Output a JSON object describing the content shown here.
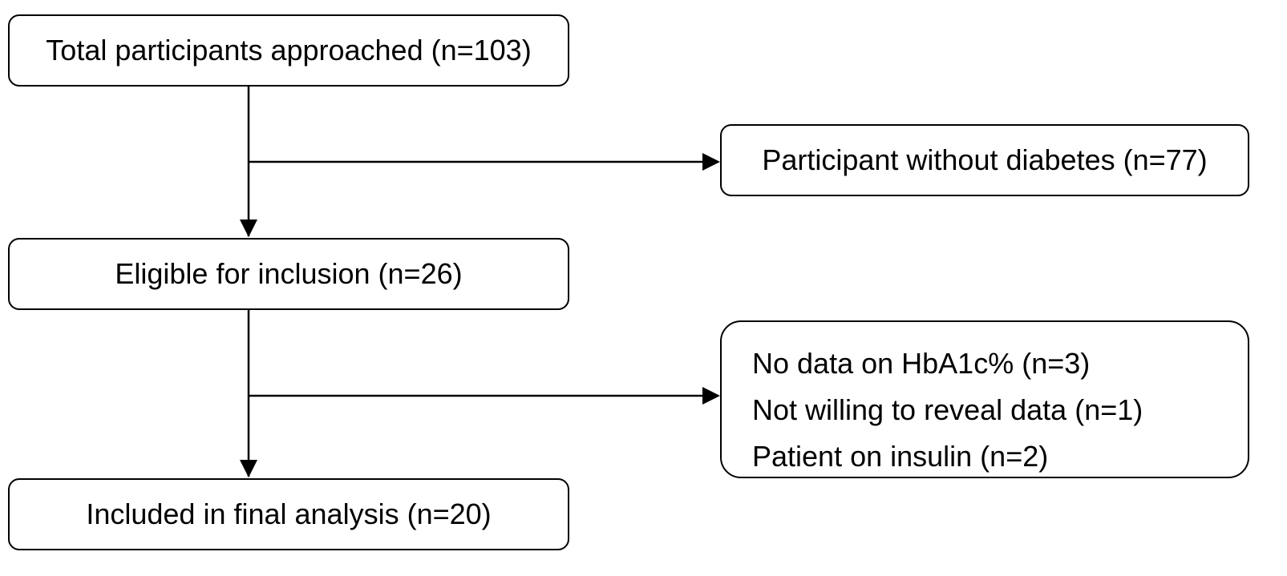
{
  "boxes": {
    "approached": "Total participants approached (n=103)",
    "no_diabetes": "Participant without diabetes (n=77)",
    "eligible": "Eligible for inclusion (n=26)",
    "excluded": [
      "No data on HbA1c% (n=3)",
      "Not willing to reveal data (n=1)",
      "Patient on insulin (n=2)"
    ],
    "final": "Included in final analysis (n=20)"
  },
  "colors": {
    "stroke": "#000000",
    "background": "#ffffff"
  }
}
